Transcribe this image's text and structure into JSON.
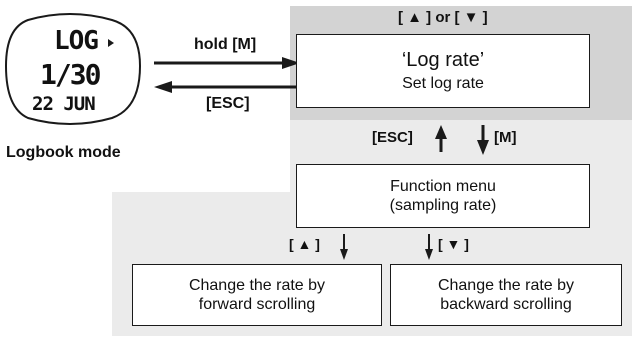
{
  "colors": {
    "panel": "#ebebeb",
    "panel_dark": "#d3d3d3",
    "stroke": "#1a1a1a"
  },
  "device": {
    "line1": "LOG",
    "line2": "1/30",
    "line3": "22 JUN",
    "caption": "Logbook mode"
  },
  "arrows": {
    "hold_label": "hold [M]",
    "esc_label": "[ESC]"
  },
  "log_rate": {
    "header": "[ ▲ ] or [ ▼ ]",
    "title": "‘Log rate’",
    "subtitle": "Set log rate"
  },
  "nav": {
    "esc_label": "[ESC]",
    "m_label": "[M]"
  },
  "function_menu": {
    "line1": "Function menu",
    "line2": "(sampling rate)"
  },
  "branches": {
    "up_label": "[ ▲ ]",
    "down_label": "[ ▼ ]",
    "forward": {
      "line1": "Change the rate by",
      "line2": "forward scrolling"
    },
    "backward": {
      "line1": "Change the rate by",
      "line2": "backward scrolling"
    }
  }
}
